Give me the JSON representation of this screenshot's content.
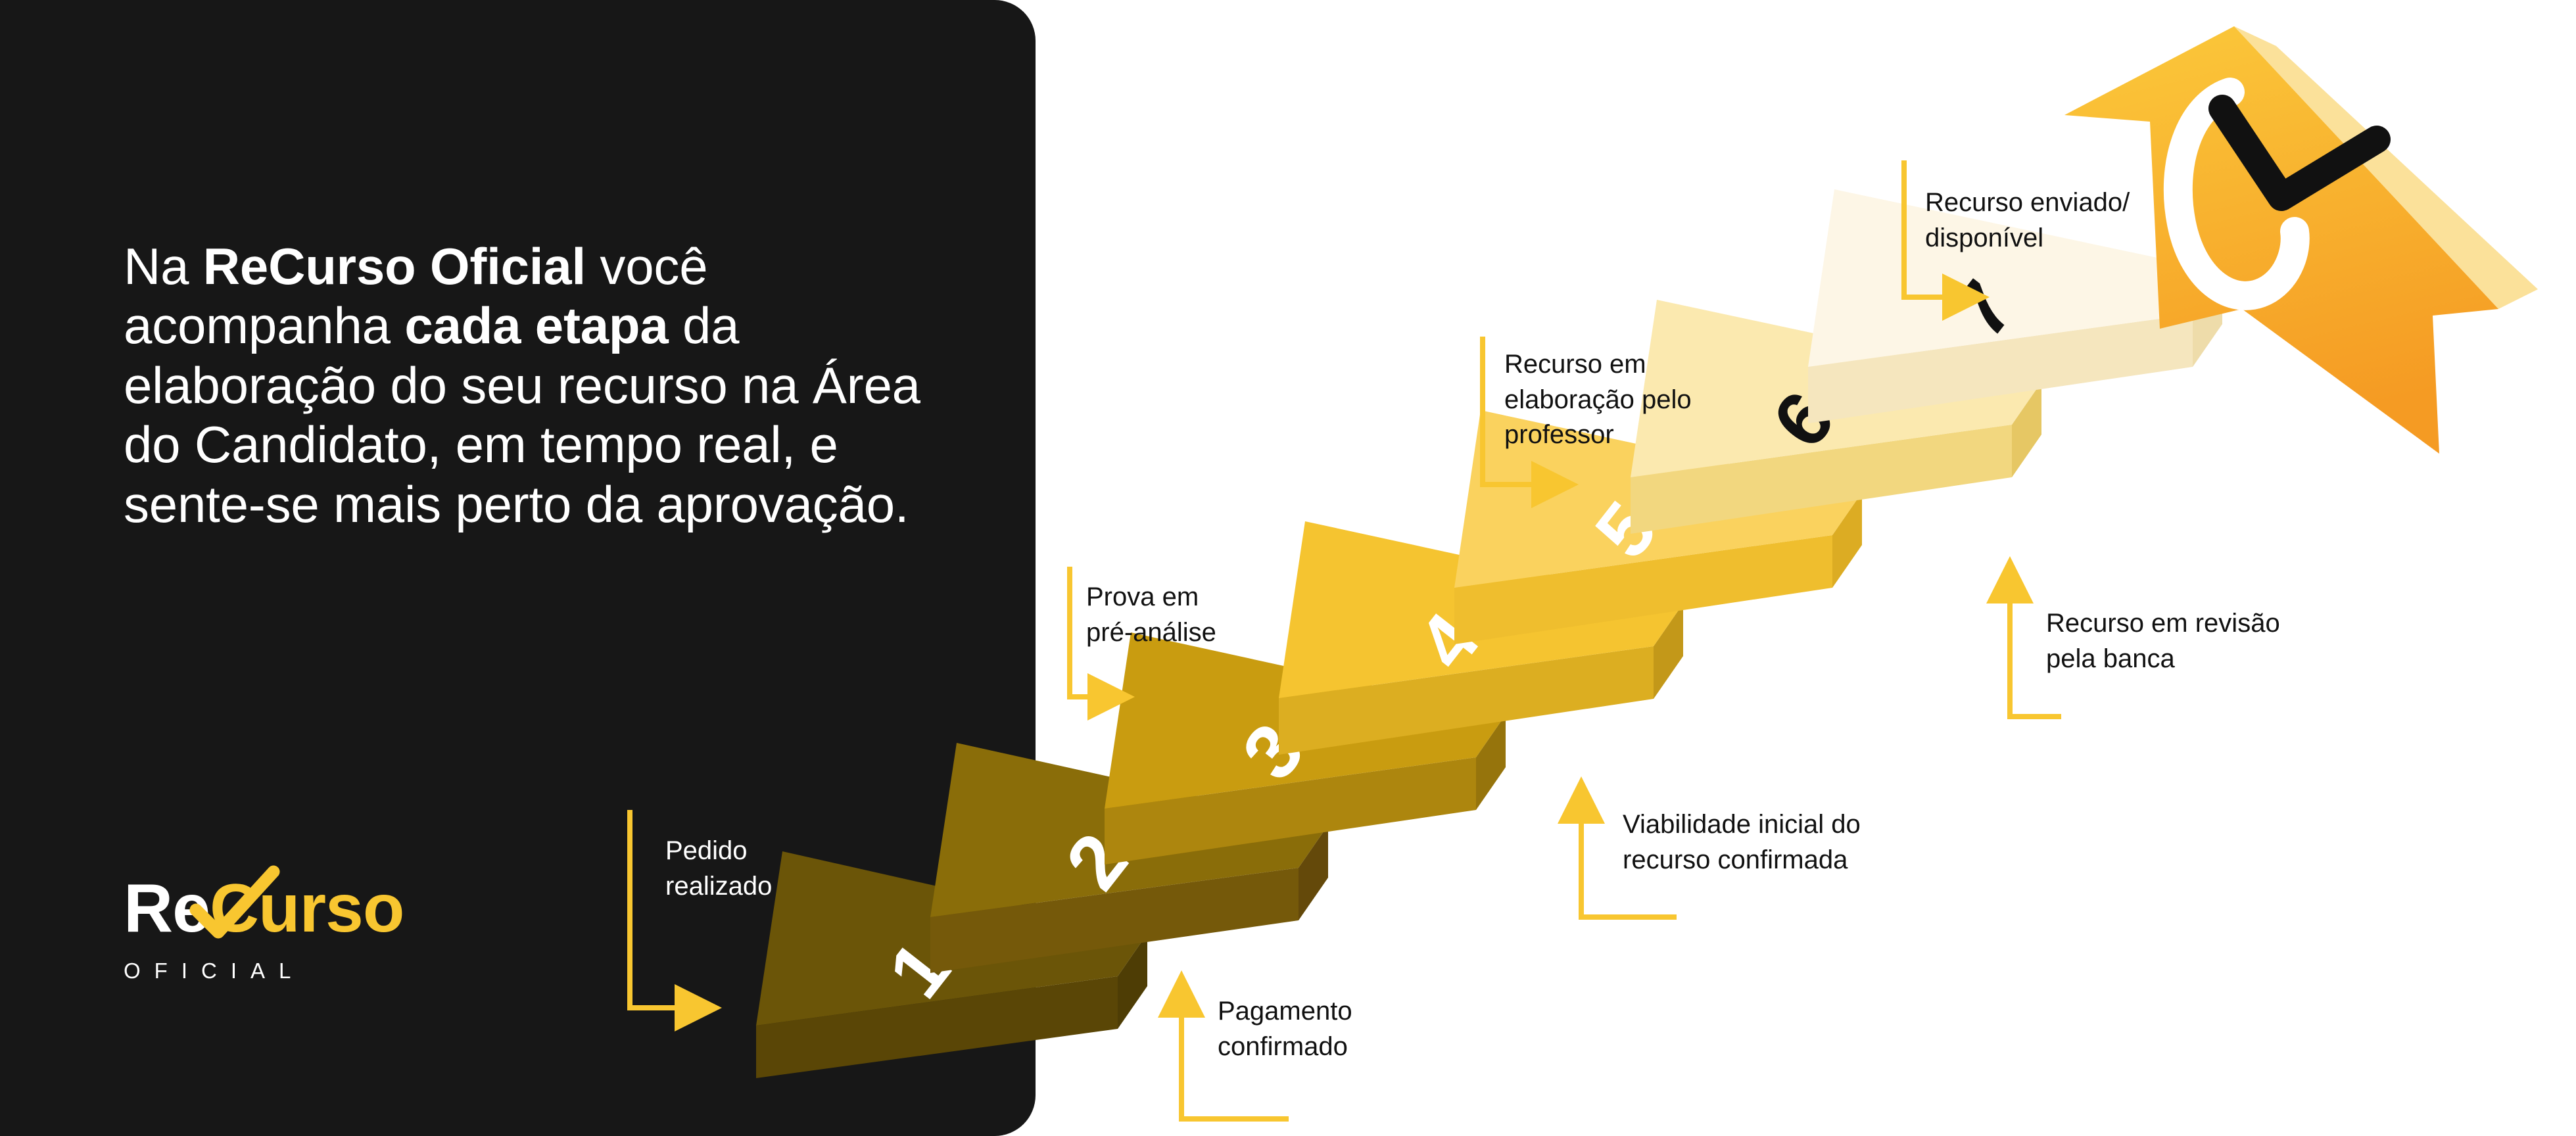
{
  "brand": {
    "accent": "#F8C630",
    "dark": "#171717",
    "logo_word_part1": "Re",
    "logo_word_part2": "Curso",
    "logo_subtitle": "OFICIAL",
    "logo_check_icon": "check-icon"
  },
  "headline": {
    "seg1": "Na ",
    "bold1": "ReCurso Oficial",
    "seg2": " você acompanha ",
    "bold2": "cada etapa",
    "seg3": " da elaboração do seu recurso na Área do Candidato, em tempo real, e sente-se mais perto da aprovação."
  },
  "steps": [
    {
      "number": "1",
      "label": "Pedido\nrealizado",
      "top_color": "#6B5508",
      "side_color": "#5A4606",
      "front_color": "#7E6409",
      "number_color": "#FFFFFF",
      "label_theme": "on-dark"
    },
    {
      "number": "2",
      "label": "Pagamento\nconfirmado",
      "top_color": "#8A6D09",
      "side_color": "#75590A",
      "front_color": "#9C7B0A",
      "number_color": "#FFFFFF",
      "label_theme": "on-light"
    },
    {
      "number": "3",
      "label": "Prova em\npré-análise",
      "top_color": "#C99C10",
      "side_color": "#AD860E",
      "front_color": "#D9A912",
      "number_color": "#FFFFFF",
      "label_theme": "on-light"
    },
    {
      "number": "4",
      "label": "Viabilidade inicial do\nrecurso confirmada",
      "top_color": "#F5C430",
      "side_color": "#DCAE21",
      "front_color": "#FBCF3C",
      "number_color": "#FFFFFF",
      "label_theme": "on-light"
    },
    {
      "number": "5",
      "label": "Recurso em\nelaboração pelo\nprofessor",
      "top_color": "#FAD25E",
      "side_color": "#EFBE2E",
      "front_color": "#FBDC84",
      "number_color": "#FFFFFF",
      "label_theme": "on-light"
    },
    {
      "number": "6",
      "label": "Recurso em revisão\npela banca",
      "top_color": "#FBE9AF",
      "side_color": "#F2D77F",
      "front_color": "#FCEFC6",
      "number_color": "#111111",
      "label_theme": "on-light"
    },
    {
      "number": "7",
      "label": "Recurso enviado/\ndisponível",
      "top_color": "#FDF6E6",
      "side_color": "#F5E6BE",
      "front_color": "#FEFAF0",
      "number_color": "#111111",
      "label_theme": "on-light"
    }
  ],
  "arrow_mark": {
    "name": "success-arrow",
    "gradient_from": "#FBC93B",
    "gradient_to": "#F59B23",
    "edge_color": "#FBE19A",
    "check_icon": "check-icon"
  },
  "connector_color": "#F8C630"
}
